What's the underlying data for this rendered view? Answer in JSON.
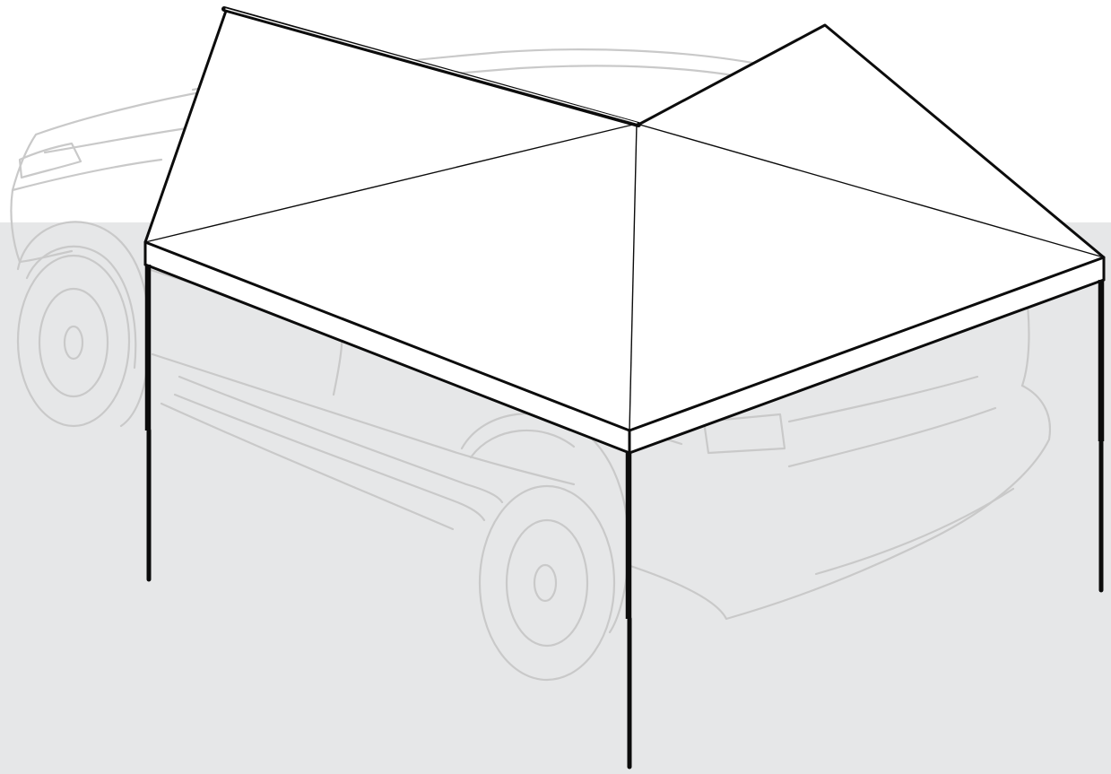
{
  "colors": {
    "background_band": "#e6e7e8",
    "background_top": "#ffffff",
    "vehicle_outline": "#c9c9c9",
    "awning_fill": "#ffffff",
    "awning_outline": "#0c0c0c"
  },
  "illustration": {
    "subject": "awning",
    "background_object": "vehicle",
    "pole_count": 3
  }
}
